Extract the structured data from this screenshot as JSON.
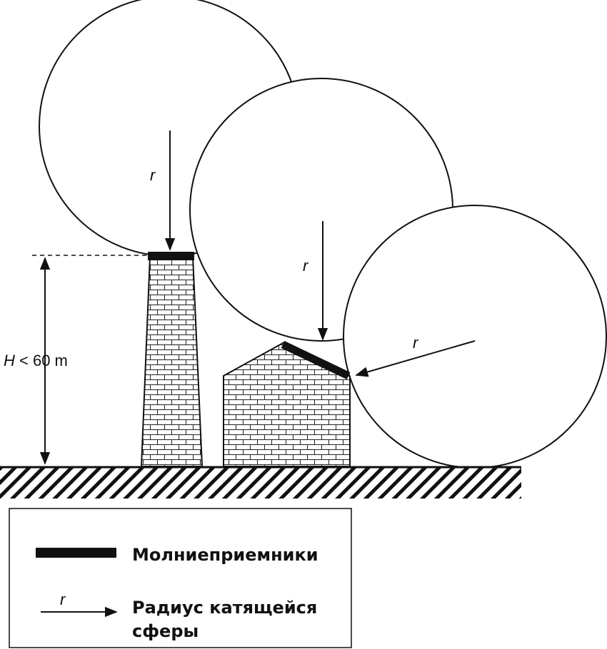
{
  "diagram": {
    "radius_label": "r",
    "height_label_var": "H",
    "height_label_rest": " < 60 m"
  },
  "legend": {
    "air_terminals": "Молниеприемники",
    "radius_symbol": "r",
    "radius_line1": "Радиус катящейся",
    "radius_line2": "сферы"
  },
  "colors": {
    "ink": "#111111",
    "background": "#ffffff"
  }
}
